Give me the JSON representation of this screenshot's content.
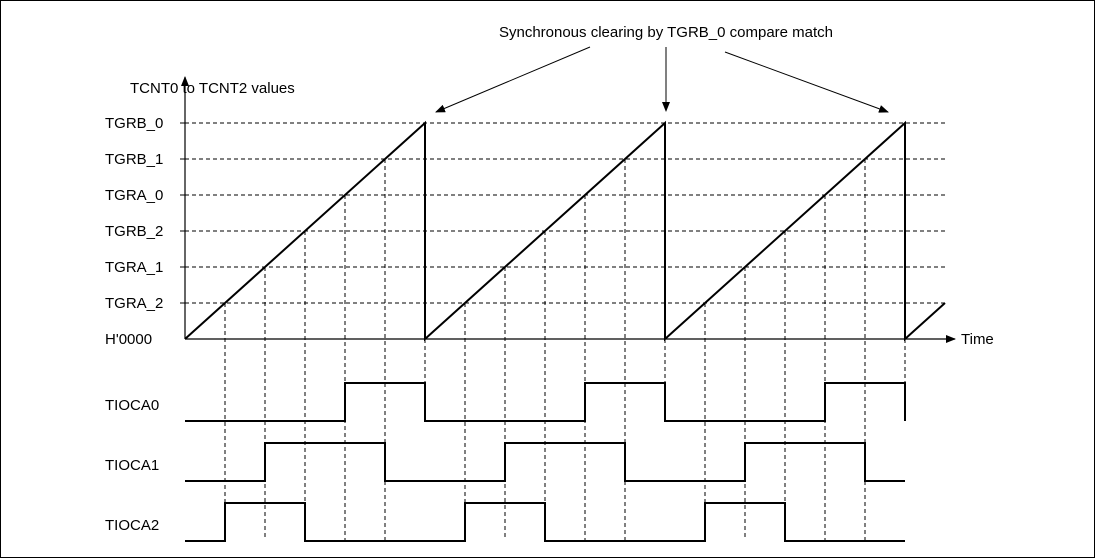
{
  "annotation": "Synchronous clearing by TGRB_0 compare match",
  "y_axis_title": "TCNT0 to TCNT2 values",
  "x_axis_label": "Time",
  "levels": [
    {
      "label": "TGRB_0",
      "value": 6
    },
    {
      "label": "TGRB_1",
      "value": 5
    },
    {
      "label": "TGRA_0",
      "value": 4
    },
    {
      "label": "TGRB_2",
      "value": 3
    },
    {
      "label": "TGRA_1",
      "value": 2
    },
    {
      "label": "TGRA_2",
      "value": 1
    },
    {
      "label": "H'0000",
      "value": 0
    }
  ],
  "counter": {
    "full_ramps": 3,
    "clear_level": "TGRB_0",
    "tail_level_after_last_clear": 1
  },
  "signals": [
    {
      "name": "TIOCA0",
      "high_from_level": "TGRA_0",
      "low_from_level": "TGRB_0"
    },
    {
      "name": "TIOCA1",
      "high_from_level": "TGRA_1",
      "low_from_level": "TGRB_1"
    },
    {
      "name": "TIOCA2",
      "high_from_level": "TGRA_2",
      "low_from_level": "TGRB_2"
    }
  ],
  "colors": {
    "line": "#000000",
    "background": "#ffffff"
  }
}
